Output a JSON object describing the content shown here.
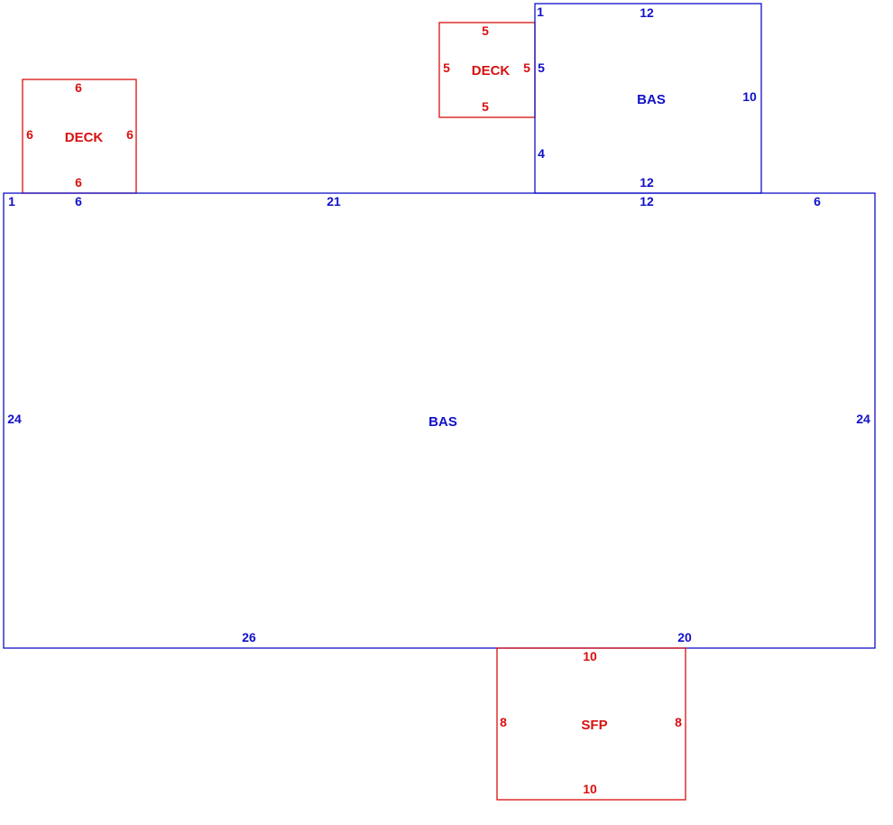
{
  "colors": {
    "living": "#1010c8",
    "deck": "#d81010"
  },
  "areas": {
    "deck_left": {
      "name": "DECK",
      "dims": {
        "top": "6",
        "left": "6",
        "right": "6",
        "bottom": "6"
      }
    },
    "deck_top": {
      "name": "DECK",
      "dims": {
        "top": "5",
        "left": "5",
        "right": "5",
        "bottom": "5"
      }
    },
    "bas_upper": {
      "name": "BAS",
      "dims": {
        "corner": "1",
        "top": "12",
        "left_upper": "5",
        "left_lower": "4",
        "right": "10",
        "bottom": "12"
      }
    },
    "bas_main": {
      "name": "BAS",
      "dims": {
        "corner": "1",
        "top_1": "6",
        "top_2": "21",
        "top_3": "12",
        "top_4": "6",
        "left": "24",
        "right": "24",
        "bottom_1": "26",
        "bottom_2": "20"
      }
    },
    "sfp": {
      "name": "SFP",
      "dims": {
        "top": "10",
        "left": "8",
        "right": "8",
        "bottom": "10"
      }
    }
  }
}
